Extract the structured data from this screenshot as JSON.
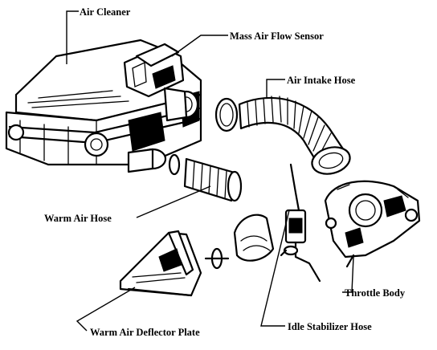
{
  "diagram": {
    "labels": {
      "air_cleaner": "Air Cleaner",
      "mass_air_flow_sensor": "Mass Air Flow Sensor",
      "air_intake_hose": "Air Intake Hose",
      "warm_air_hose": "Warm Air Hose",
      "throttle_body": "Throttle Body",
      "idle_stabilizer_hose": "Idle Stabilizer Hose",
      "warm_air_deflector_plate": "Warm Air Deflector Plate"
    },
    "colors": {
      "ink": "#000000",
      "background": "#ffffff"
    }
  }
}
